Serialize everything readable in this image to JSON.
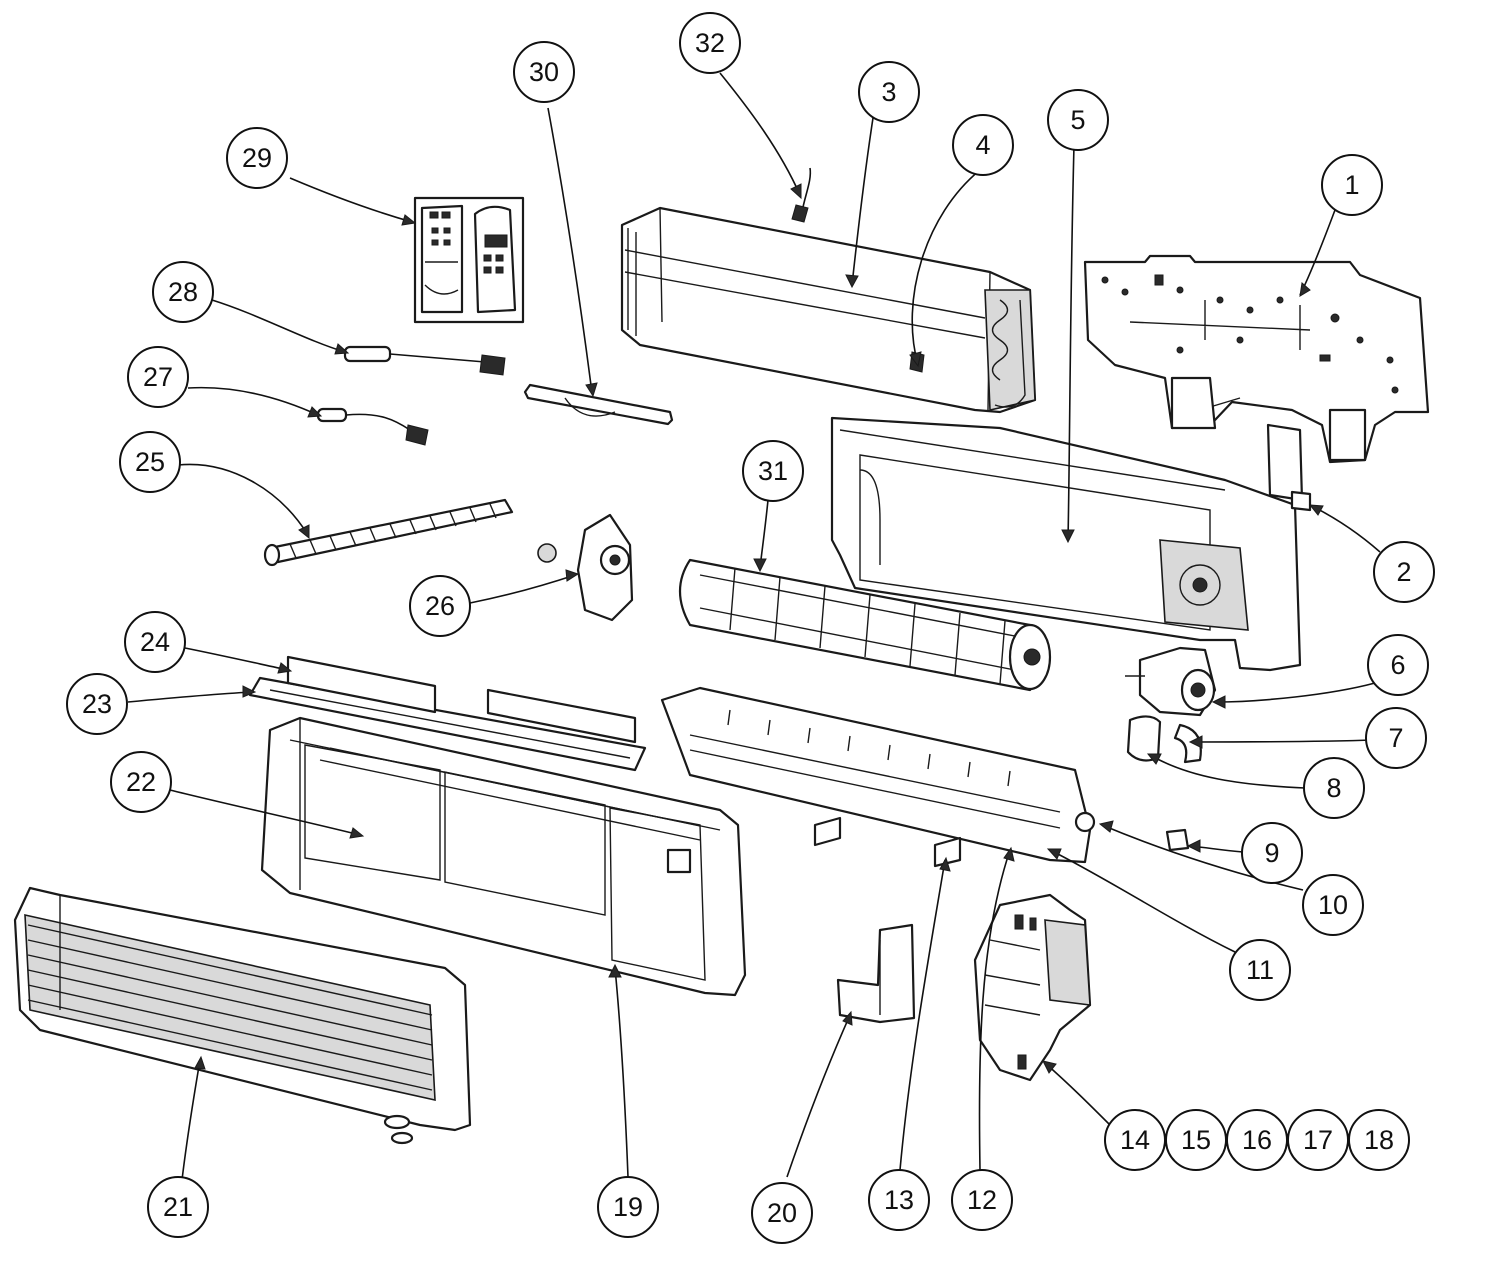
{
  "callouts": [
    {
      "id": "1",
      "label": "1"
    },
    {
      "id": "2",
      "label": "2"
    },
    {
      "id": "3",
      "label": "3"
    },
    {
      "id": "4",
      "label": "4"
    },
    {
      "id": "5",
      "label": "5"
    },
    {
      "id": "6",
      "label": "6"
    },
    {
      "id": "7",
      "label": "7"
    },
    {
      "id": "8",
      "label": "8"
    },
    {
      "id": "9",
      "label": "9"
    },
    {
      "id": "10",
      "label": "10"
    },
    {
      "id": "11",
      "label": "11"
    },
    {
      "id": "12",
      "label": "12"
    },
    {
      "id": "13",
      "label": "13"
    },
    {
      "id": "14",
      "label": "14"
    },
    {
      "id": "15",
      "label": "15"
    },
    {
      "id": "16",
      "label": "16"
    },
    {
      "id": "17",
      "label": "17"
    },
    {
      "id": "18",
      "label": "18"
    },
    {
      "id": "19",
      "label": "19"
    },
    {
      "id": "20",
      "label": "20"
    },
    {
      "id": "21",
      "label": "21"
    },
    {
      "id": "22",
      "label": "22"
    },
    {
      "id": "23",
      "label": "23"
    },
    {
      "id": "24",
      "label": "24"
    },
    {
      "id": "25",
      "label": "25"
    },
    {
      "id": "26",
      "label": "26"
    },
    {
      "id": "27",
      "label": "27"
    },
    {
      "id": "28",
      "label": "28"
    },
    {
      "id": "29",
      "label": "29"
    },
    {
      "id": "30",
      "label": "30"
    },
    {
      "id": "31",
      "label": "31"
    },
    {
      "id": "32",
      "label": "32"
    }
  ]
}
